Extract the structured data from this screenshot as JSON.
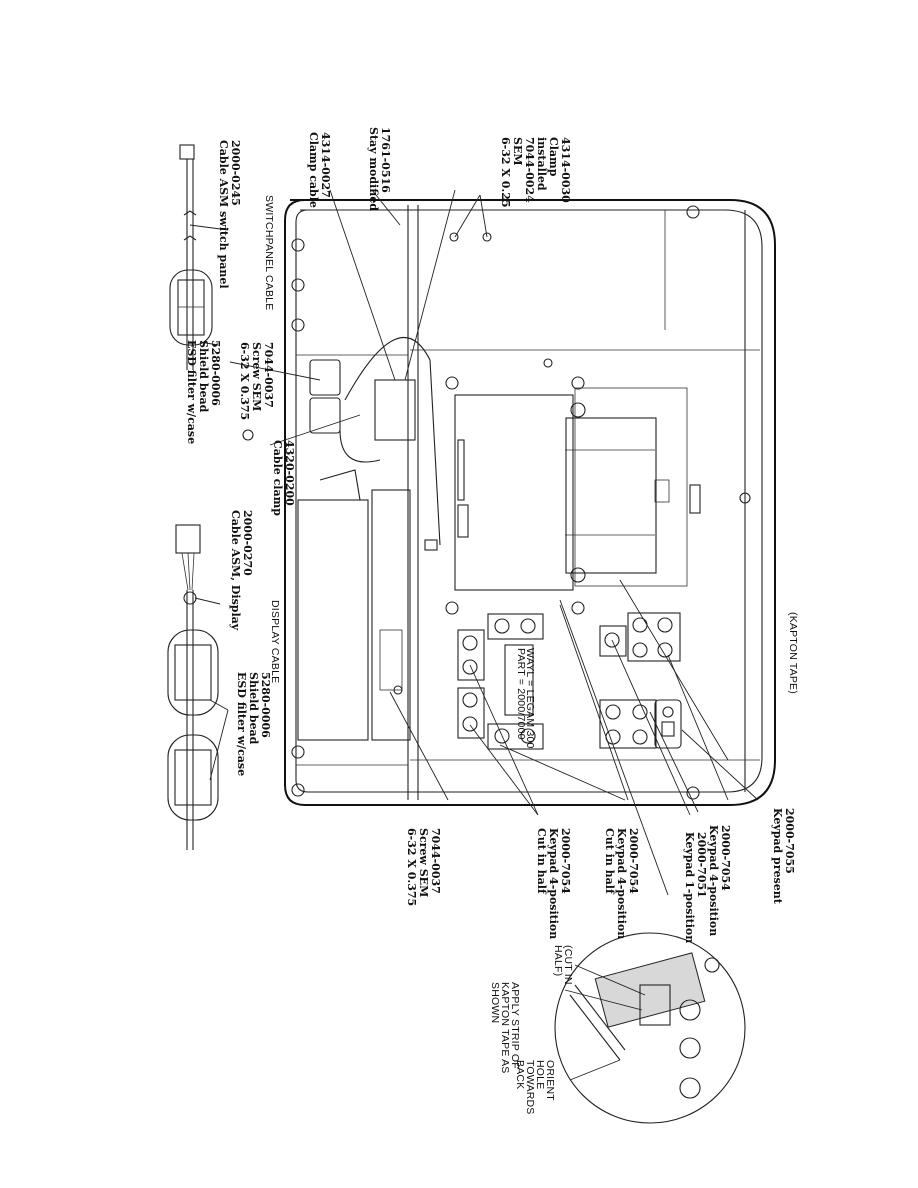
{
  "labels": {
    "switchpanel_cable": "SWITCHPANEL CABLE",
    "display_cable": "DISPLAY CABLE",
    "kapton_tape": "(KAPTON TAPE)",
    "cable_2000_0245": {
      "pn": "2000-0245",
      "desc": "Cable ASM switch panel"
    },
    "ferrite_top": {
      "pn": "5280-0006",
      "line1": "Shield bead",
      "line2": "ESD filter w/case"
    },
    "screw_top": {
      "pn": "7044-0037",
      "line1": "Screw SEM",
      "line2": "6-32 X 0.375"
    },
    "clamp_cable": {
      "pn": "4314-0027",
      "desc": "Clamp cable"
    },
    "stay": {
      "pn": "1761-0516",
      "desc": "Stay modified"
    },
    "clamp_installed": {
      "pn": "4314-0030",
      "line1": "Clamp",
      "line2": "installed",
      "pn2": "7044-0024",
      "line3": "SEM",
      "line4": "6-32 X 0.25"
    },
    "cable_clamp": {
      "pn": "4320-0200",
      "desc": "Cable clamp"
    },
    "cable_2000_0270": {
      "pn": "2000-0270",
      "desc": "Cable ASM, Display"
    },
    "ferrite_bottom": {
      "pn": "5280-0006",
      "line1": "Shield bead",
      "line2": "ESD filter w/case"
    },
    "screw_bottom": {
      "pn": "7044-0037",
      "line1": "Screw SEM",
      "line2": "6-32 X 0.375"
    },
    "keypad_present": {
      "pn": "2000-7055",
      "desc": "Keypad present"
    },
    "keypad_4pos": {
      "pn": "2000-7054",
      "desc": "Keypad 4-position"
    },
    "keypad_1pos": {
      "pn": "2000-7051",
      "desc": "Keypad 1-position"
    },
    "keypad_4pos_cut1": {
      "pn": "2000-7054",
      "line1": "Keypad 4-position",
      "line2": "Cut in half"
    },
    "keypad_4pos_cut2": {
      "pn": "2000-7054",
      "line1": "Keypad 4-position",
      "line2": "Cut in half"
    },
    "detail_cut": {
      "line1": "(CUT IN",
      "line2": "HALF)"
    },
    "detail_apply": {
      "line1": "APPLY STRIP OF",
      "line2": "KAPTON TAPE AS",
      "line3": "SHOWN"
    },
    "detail_orient": {
      "line1": "ORIENT",
      "line2": "HOLE",
      "line3": "TOWARDS",
      "line4": "BACK"
    },
    "part_tag": {
      "line1": "PART = 2000/7000",
      "line2": "WAYL = LEGAM 300"
    }
  },
  "colors": {
    "ink": "#111111",
    "paper": "#ffffff",
    "shade": "#d8d8d8"
  }
}
